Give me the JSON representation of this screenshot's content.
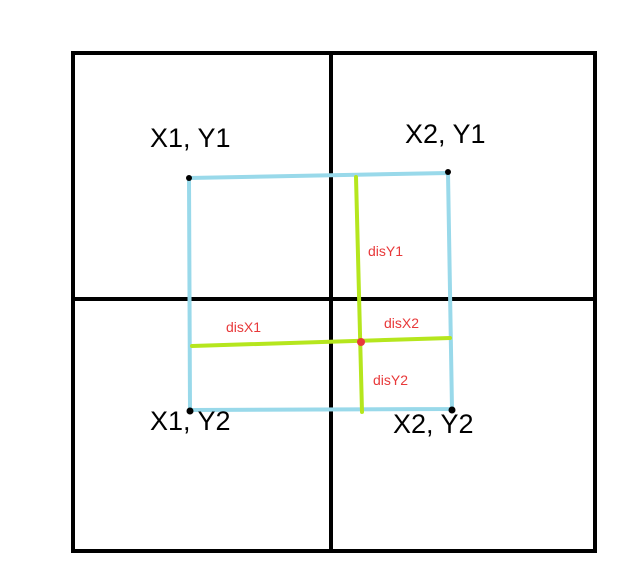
{
  "labels": {
    "x1y1": "X1, Y1",
    "x2y1": "X2, Y1",
    "x1y2": "X1, Y2",
    "x2y2": "X2, Y2",
    "disY1": "disY1",
    "disX1": "disX1",
    "disX2": "disX2",
    "disY2": "disY2"
  },
  "colors": {
    "grid": "#000000",
    "box": "#99d9ea",
    "cross": "#b5e61d",
    "distance_label": "#e8393a",
    "sample_point": "#e8393a",
    "corner_point": "#000000"
  }
}
